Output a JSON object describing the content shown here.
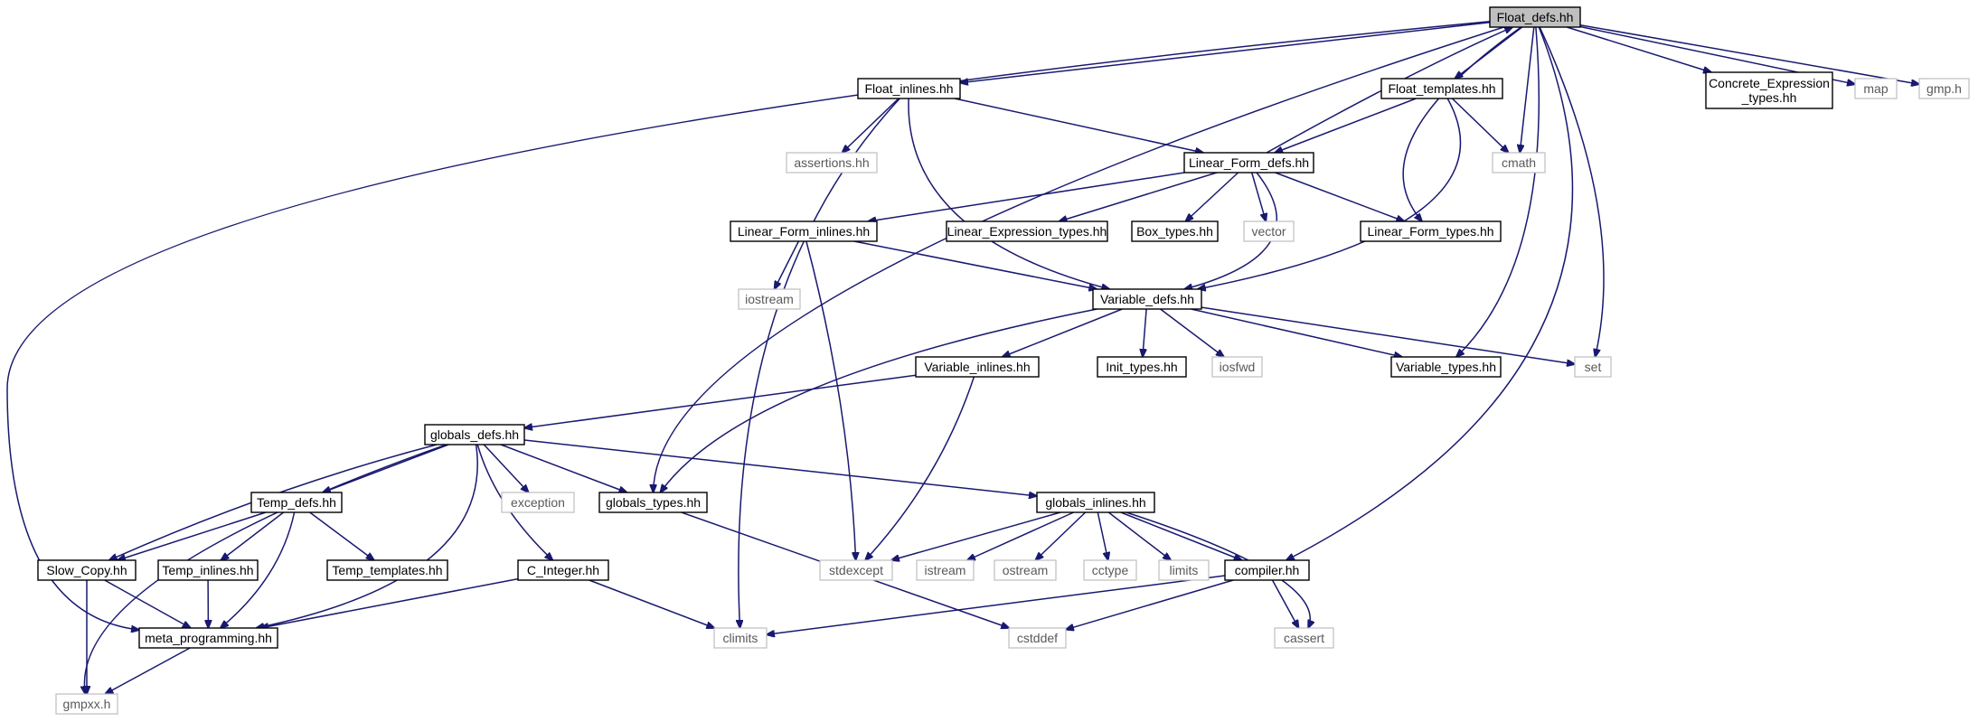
{
  "graph": {
    "nodes": [
      {
        "id": "float_defs",
        "lines": [
          "Float_defs.hh"
        ],
        "kind": "root"
      },
      {
        "id": "float_inlines",
        "lines": [
          "Float_inlines.hh"
        ],
        "kind": "internal"
      },
      {
        "id": "float_templates",
        "lines": [
          "Float_templates.hh"
        ],
        "kind": "internal"
      },
      {
        "id": "concrete_expr",
        "lines": [
          "Concrete_Expression",
          "_types.hh"
        ],
        "kind": "internal"
      },
      {
        "id": "map",
        "lines": [
          "map"
        ],
        "kind": "external"
      },
      {
        "id": "gmp_h",
        "lines": [
          "gmp.h"
        ],
        "kind": "external"
      },
      {
        "id": "assertions",
        "lines": [
          "assertions.hh"
        ],
        "kind": "external"
      },
      {
        "id": "linear_form_defs",
        "lines": [
          "Linear_Form_defs.hh"
        ],
        "kind": "internal"
      },
      {
        "id": "cmath",
        "lines": [
          "cmath"
        ],
        "kind": "external"
      },
      {
        "id": "linear_form_inlines",
        "lines": [
          "Linear_Form_inlines.hh"
        ],
        "kind": "internal"
      },
      {
        "id": "linear_expression_types",
        "lines": [
          "Linear_Expression_types.hh"
        ],
        "kind": "internal"
      },
      {
        "id": "box_types",
        "lines": [
          "Box_types.hh"
        ],
        "kind": "internal"
      },
      {
        "id": "vector",
        "lines": [
          "vector"
        ],
        "kind": "external"
      },
      {
        "id": "linear_form_types",
        "lines": [
          "Linear_Form_types.hh"
        ],
        "kind": "internal"
      },
      {
        "id": "iostream",
        "lines": [
          "iostream"
        ],
        "kind": "external"
      },
      {
        "id": "variable_defs",
        "lines": [
          "Variable_defs.hh"
        ],
        "kind": "internal"
      },
      {
        "id": "variable_inlines",
        "lines": [
          "Variable_inlines.hh"
        ],
        "kind": "internal"
      },
      {
        "id": "init_types",
        "lines": [
          "Init_types.hh"
        ],
        "kind": "internal"
      },
      {
        "id": "iosfwd",
        "lines": [
          "iosfwd"
        ],
        "kind": "external"
      },
      {
        "id": "variable_types",
        "lines": [
          "Variable_types.hh"
        ],
        "kind": "internal"
      },
      {
        "id": "set",
        "lines": [
          "set"
        ],
        "kind": "external"
      },
      {
        "id": "globals_defs",
        "lines": [
          "globals_defs.hh"
        ],
        "kind": "internal"
      },
      {
        "id": "temp_defs",
        "lines": [
          "Temp_defs.hh"
        ],
        "kind": "internal"
      },
      {
        "id": "exception",
        "lines": [
          "exception"
        ],
        "kind": "external"
      },
      {
        "id": "globals_types",
        "lines": [
          "globals_types.hh"
        ],
        "kind": "internal"
      },
      {
        "id": "globals_inlines",
        "lines": [
          "globals_inlines.hh"
        ],
        "kind": "internal"
      },
      {
        "id": "slow_copy",
        "lines": [
          "Slow_Copy.hh"
        ],
        "kind": "internal"
      },
      {
        "id": "temp_inlines",
        "lines": [
          "Temp_inlines.hh"
        ],
        "kind": "internal"
      },
      {
        "id": "temp_templates",
        "lines": [
          "Temp_templates.hh"
        ],
        "kind": "internal"
      },
      {
        "id": "c_integer",
        "lines": [
          "C_Integer.hh"
        ],
        "kind": "internal"
      },
      {
        "id": "stdexcept",
        "lines": [
          "stdexcept"
        ],
        "kind": "external"
      },
      {
        "id": "istream",
        "lines": [
          "istream"
        ],
        "kind": "external"
      },
      {
        "id": "ostream",
        "lines": [
          "ostream"
        ],
        "kind": "external"
      },
      {
        "id": "cctype",
        "lines": [
          "cctype"
        ],
        "kind": "external"
      },
      {
        "id": "limits",
        "lines": [
          "limits"
        ],
        "kind": "external"
      },
      {
        "id": "compiler",
        "lines": [
          "compiler.hh"
        ],
        "kind": "internal"
      },
      {
        "id": "meta_programming",
        "lines": [
          "meta_programming.hh"
        ],
        "kind": "internal"
      },
      {
        "id": "climits",
        "lines": [
          "climits"
        ],
        "kind": "external"
      },
      {
        "id": "cstddef",
        "lines": [
          "cstddef"
        ],
        "kind": "external"
      },
      {
        "id": "cassert",
        "lines": [
          "cassert"
        ],
        "kind": "external"
      },
      {
        "id": "gmpxx",
        "lines": [
          "gmpxx.h"
        ],
        "kind": "external"
      }
    ],
    "edges": [
      [
        "float_defs",
        "float_inlines"
      ],
      [
        "float_defs",
        "float_templates"
      ],
      [
        "float_defs",
        "concrete_expr"
      ],
      [
        "float_defs",
        "map"
      ],
      [
        "float_defs",
        "gmp_h"
      ],
      [
        "float_defs",
        "cmath"
      ],
      [
        "float_defs",
        "linear_form_types"
      ],
      [
        "float_defs",
        "variable_types"
      ],
      [
        "float_defs",
        "set"
      ],
      [
        "float_defs",
        "compiler"
      ],
      [
        "float_defs",
        "globals_types"
      ],
      [
        "float_defs",
        "meta_programming"
      ],
      [
        "float_inlines",
        "assertions"
      ],
      [
        "float_inlines",
        "linear_form_defs"
      ],
      [
        "float_inlines",
        "variable_defs"
      ],
      [
        "float_inlines",
        "climits"
      ],
      [
        "float_templates",
        "linear_form_defs"
      ],
      [
        "float_templates",
        "cmath"
      ],
      [
        "float_templates",
        "variable_defs"
      ],
      [
        "linear_form_defs",
        "float_defs"
      ],
      [
        "linear_form_defs",
        "linear_form_inlines"
      ],
      [
        "linear_form_defs",
        "linear_expression_types"
      ],
      [
        "linear_form_defs",
        "box_types"
      ],
      [
        "linear_form_defs",
        "vector"
      ],
      [
        "linear_form_defs",
        "linear_form_types"
      ],
      [
        "linear_form_defs",
        "variable_defs"
      ],
      [
        "linear_form_inlines",
        "iostream"
      ],
      [
        "linear_form_inlines",
        "variable_defs"
      ],
      [
        "linear_form_inlines",
        "stdexcept"
      ],
      [
        "variable_defs",
        "variable_inlines"
      ],
      [
        "variable_defs",
        "init_types"
      ],
      [
        "variable_defs",
        "iosfwd"
      ],
      [
        "variable_defs",
        "variable_types"
      ],
      [
        "variable_defs",
        "set"
      ],
      [
        "variable_defs",
        "globals_types"
      ],
      [
        "variable_inlines",
        "globals_defs"
      ],
      [
        "variable_inlines",
        "stdexcept"
      ],
      [
        "globals_defs",
        "temp_defs"
      ],
      [
        "globals_defs",
        "exception"
      ],
      [
        "globals_defs",
        "globals_types"
      ],
      [
        "globals_defs",
        "globals_inlines"
      ],
      [
        "globals_defs",
        "slow_copy"
      ],
      [
        "globals_defs",
        "c_integer"
      ],
      [
        "globals_defs",
        "meta_programming"
      ],
      [
        "globals_defs",
        "gmpxx"
      ],
      [
        "temp_defs",
        "slow_copy"
      ],
      [
        "temp_defs",
        "temp_inlines"
      ],
      [
        "temp_defs",
        "temp_templates"
      ],
      [
        "temp_defs",
        "meta_programming"
      ],
      [
        "globals_types",
        "cstddef"
      ],
      [
        "globals_inlines",
        "stdexcept"
      ],
      [
        "globals_inlines",
        "istream"
      ],
      [
        "globals_inlines",
        "ostream"
      ],
      [
        "globals_inlines",
        "cctype"
      ],
      [
        "globals_inlines",
        "limits"
      ],
      [
        "globals_inlines",
        "compiler"
      ],
      [
        "globals_inlines",
        "cassert"
      ],
      [
        "slow_copy",
        "meta_programming"
      ],
      [
        "slow_copy",
        "gmpxx"
      ],
      [
        "temp_inlines",
        "meta_programming"
      ],
      [
        "c_integer",
        "meta_programming"
      ],
      [
        "c_integer",
        "climits"
      ],
      [
        "compiler",
        "climits"
      ],
      [
        "compiler",
        "cstddef"
      ],
      [
        "compiler",
        "cassert"
      ],
      [
        "meta_programming",
        "gmpxx"
      ]
    ]
  }
}
